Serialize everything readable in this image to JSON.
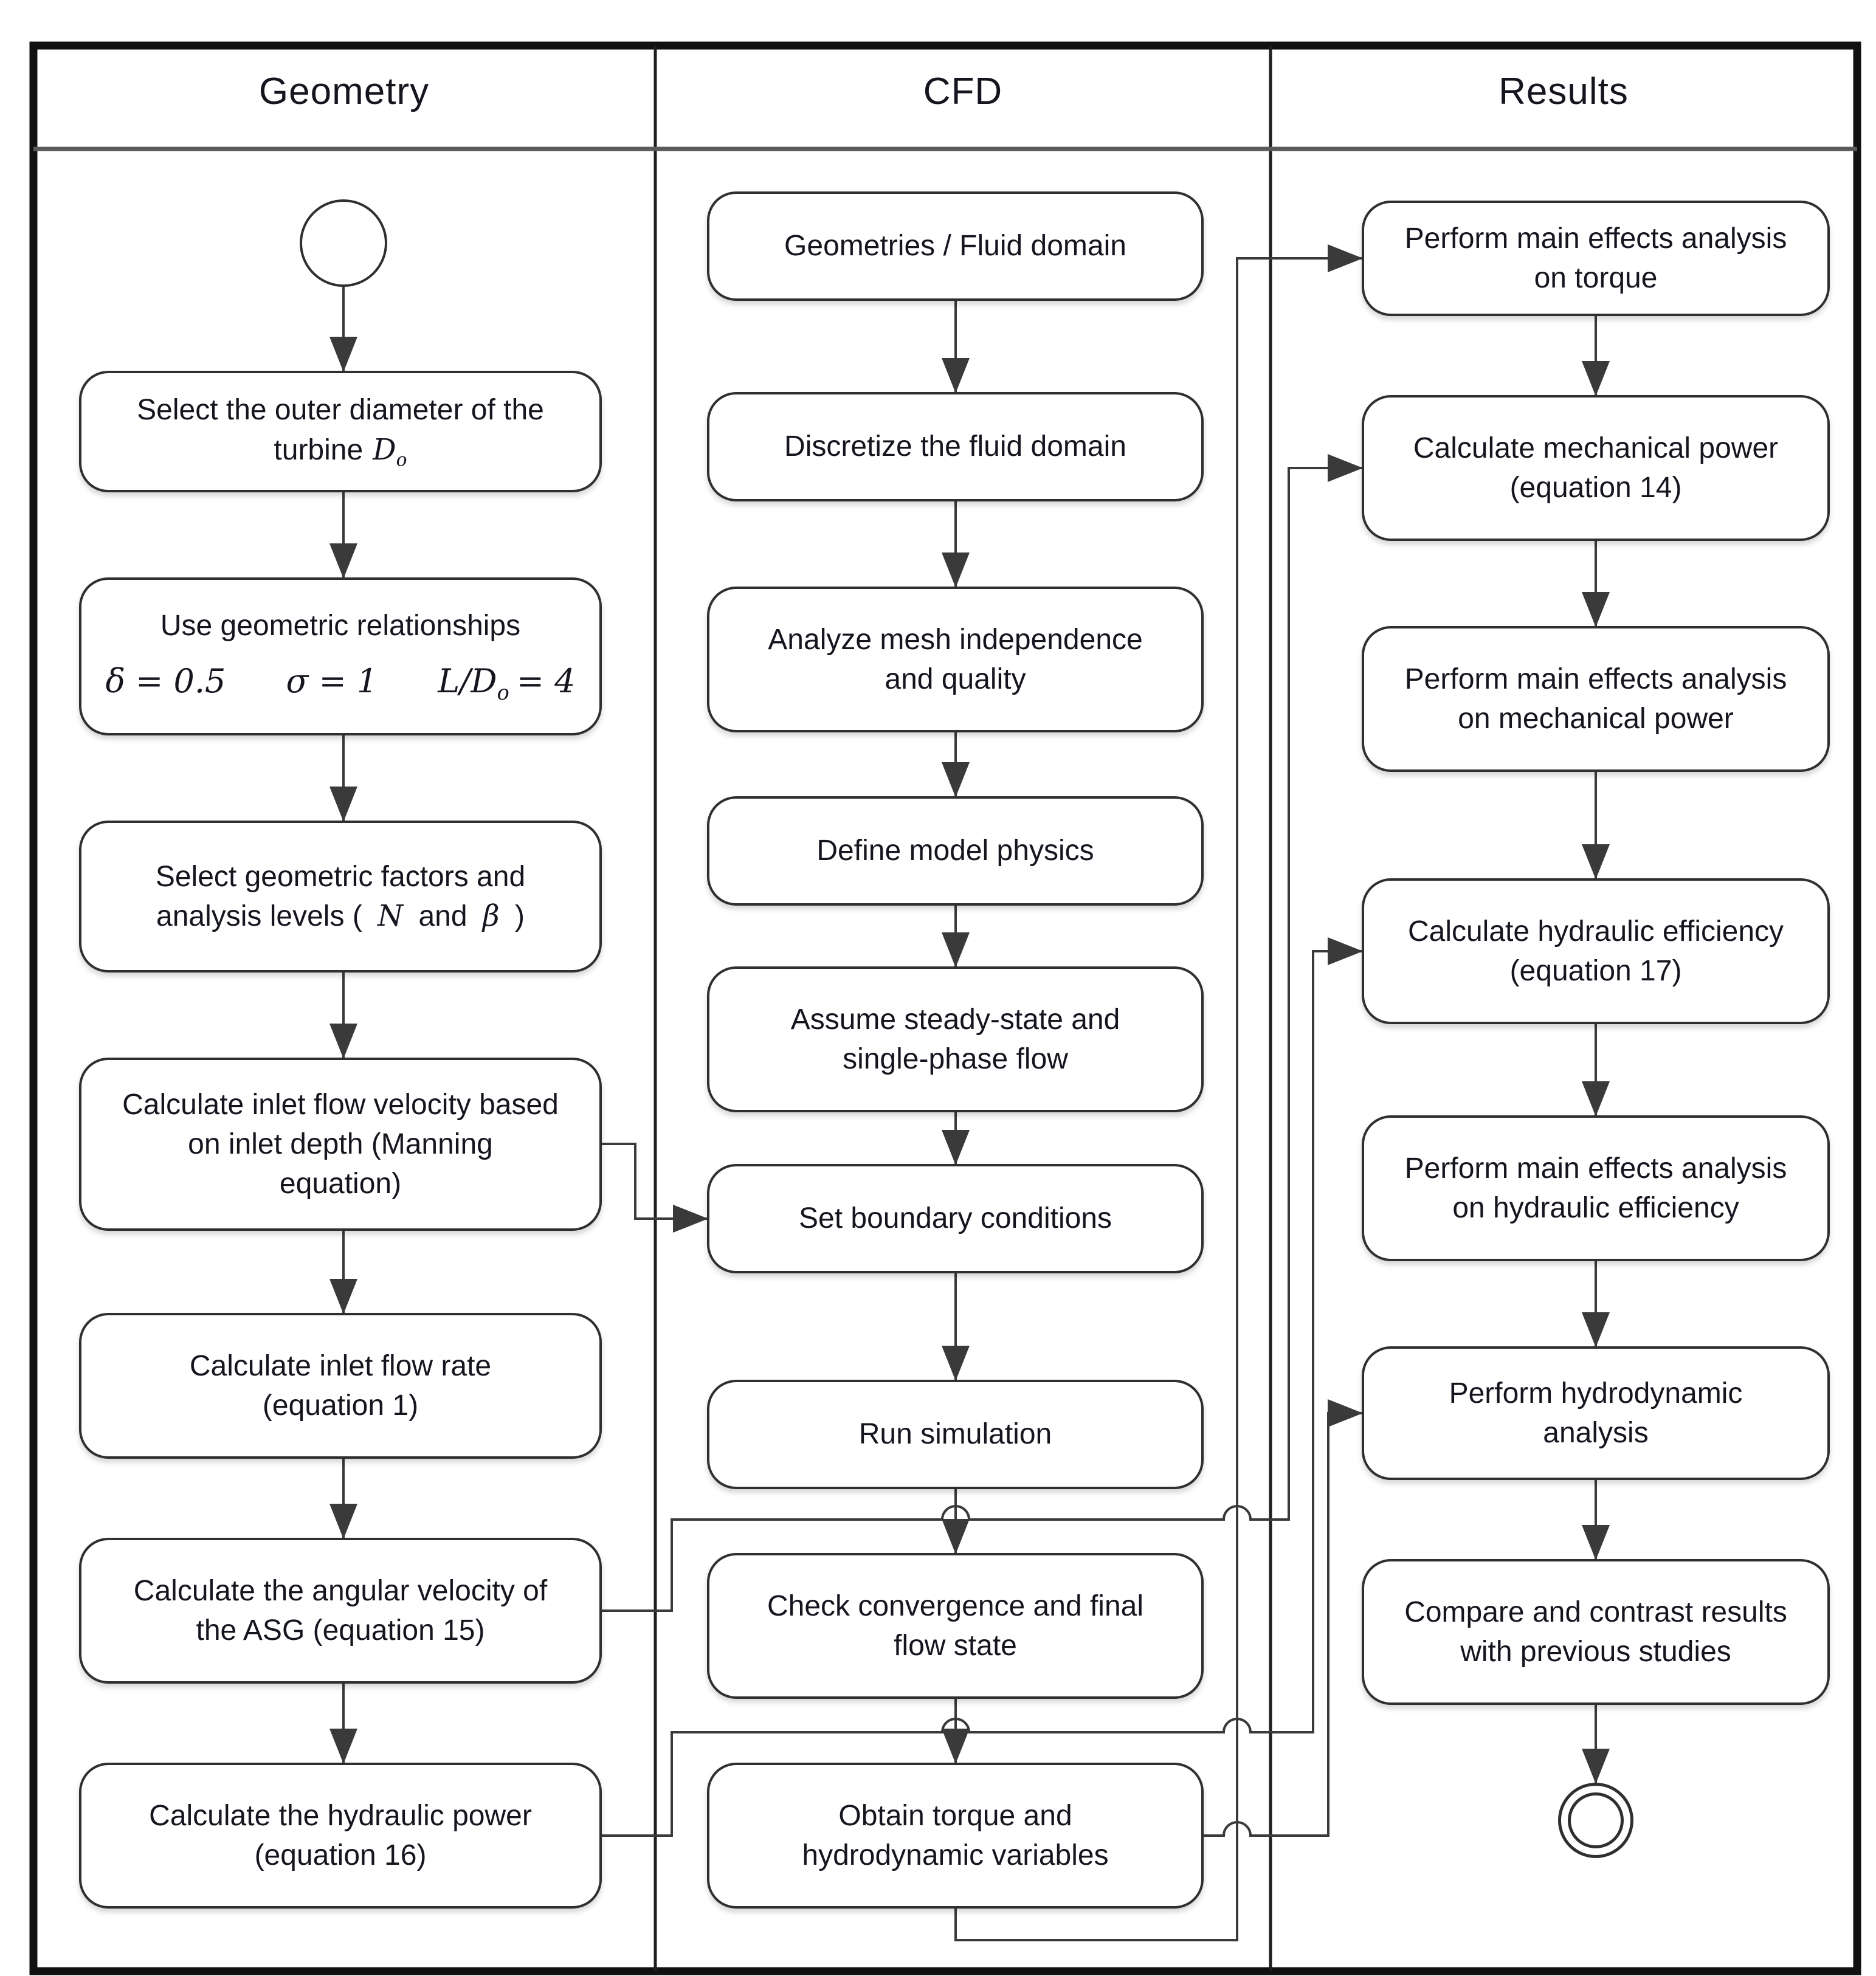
{
  "lanes": {
    "geometry": {
      "title": "Geometry",
      "nodes": {
        "select_outer_diameter": {
          "line1": "Select the outer diameter of the",
          "line2_prefix": "turbine",
          "symbol": "D",
          "symbol_sub": "o"
        },
        "geometric_relationships": {
          "line1": "Use geometric relationships",
          "formula_1": "δ = 0.5",
          "formula_2": "σ = 1",
          "formula_3_main": "L/D",
          "formula_3_sub": "o",
          "formula_3_tail": "= 4"
        },
        "geometric_factors": {
          "line1": "Select geometric factors and",
          "line2_prefix": "analysis levels (",
          "symbol_n": "N",
          "mid": "and",
          "symbol_beta": "β",
          "line2_suffix": ")"
        },
        "inlet_velocity": {
          "line1": "Calculate inlet flow velocity based",
          "line2": "on inlet depth (Manning",
          "line3": "equation)"
        },
        "inlet_flow_rate": {
          "line1": "Calculate inlet flow rate",
          "line2": "(equation 1)"
        },
        "angular_velocity": {
          "line1": "Calculate the angular velocity of",
          "line2": "the ASG (equation 15)"
        },
        "hydraulic_power": {
          "line1": "Calculate the hydraulic power",
          "line2": "(equation 16)"
        }
      }
    },
    "cfd": {
      "title": "CFD",
      "nodes": {
        "geometries_fluid_domain": {
          "line1": "Geometries / Fluid domain"
        },
        "discretize": {
          "line1": "Discretize the fluid domain"
        },
        "mesh_independence": {
          "line1": "Analyze mesh independence",
          "line2": "and quality"
        },
        "model_physics": {
          "line1": "Define model physics"
        },
        "steady_state": {
          "line1": "Assume steady-state and",
          "line2": "single-phase flow"
        },
        "boundary_conditions": {
          "line1": "Set boundary conditions"
        },
        "run_simulation": {
          "line1": "Run simulation"
        },
        "check_convergence": {
          "line1": "Check convergence and final",
          "line2": "flow state"
        },
        "obtain_torque": {
          "line1": "Obtain torque and",
          "line2": "hydrodynamic variables"
        }
      }
    },
    "results": {
      "title": "Results",
      "nodes": {
        "mea_torque": {
          "line1": "Perform main effects analysis",
          "line2": "on torque"
        },
        "mechanical_power": {
          "line1": "Calculate mechanical power",
          "line2": "(equation 14)"
        },
        "mea_mechanical_power": {
          "line1": "Perform main effects analysis",
          "line2": "on mechanical power"
        },
        "hydraulic_efficiency": {
          "line1": "Calculate hydraulic efficiency",
          "line2": "(equation 17)"
        },
        "mea_hydraulic_efficiency": {
          "line1": "Perform main effects analysis",
          "line2": "on hydraulic efficiency"
        },
        "hydrodynamic_analysis": {
          "line1": "Perform hydrodynamic",
          "line2": "analysis"
        },
        "compare_contrast": {
          "line1": "Compare and contrast results",
          "line2": "with previous studies"
        }
      }
    }
  },
  "theme": {
    "line_color": "#3a3a3a",
    "box_border": "#2f2f2f",
    "text_color": "#15151f",
    "lane_divider": "#1e1e1e",
    "header_divider": "#5a5a5a",
    "background": "#ffffff"
  }
}
